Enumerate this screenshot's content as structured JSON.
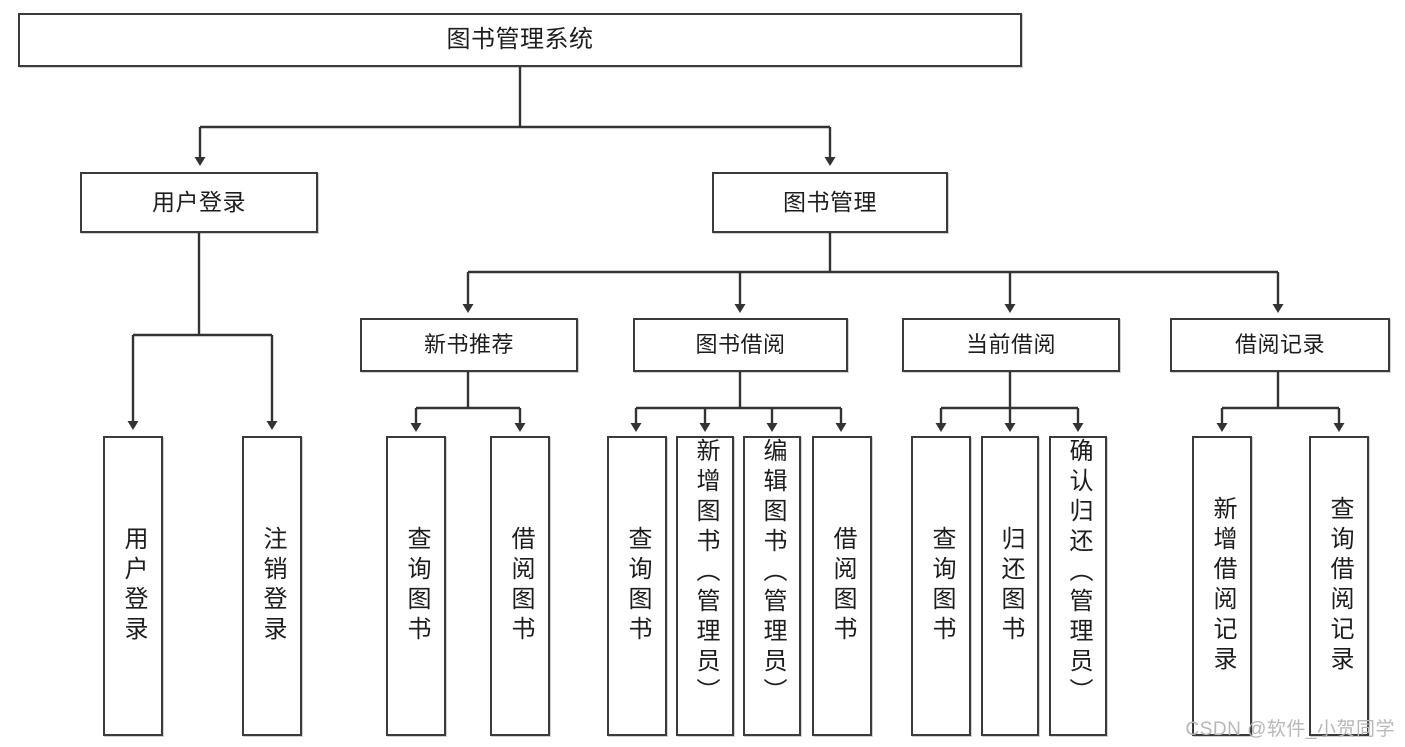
{
  "diagram": {
    "title": "图书管理系统",
    "type": "tree",
    "watermark": "CSDN @软件_小贺同学",
    "colors": {
      "box_border": "#3b3b3b",
      "box_fill": "#ffffff",
      "connector": "#333333",
      "text": "#1d1d1d",
      "watermark": "#b8b8b8"
    },
    "root": {
      "id": "root",
      "label": "图书管理系统",
      "orientation": "horizontal"
    },
    "level1": [
      {
        "id": "user-login",
        "label": "用户登录",
        "orientation": "horizontal"
      },
      {
        "id": "book-manage",
        "label": "图书管理",
        "orientation": "horizontal"
      }
    ],
    "level2": [
      {
        "id": "new-book-recommend",
        "label": "新书推荐",
        "orientation": "horizontal",
        "parent": "book-manage"
      },
      {
        "id": "book-borrow",
        "label": "图书借阅",
        "orientation": "horizontal",
        "parent": "book-manage"
      },
      {
        "id": "current-borrow",
        "label": "当前借阅",
        "orientation": "horizontal",
        "parent": "book-manage"
      },
      {
        "id": "borrow-record",
        "label": "借阅记录",
        "orientation": "horizontal",
        "parent": "book-manage"
      }
    ],
    "leaves": [
      {
        "id": "leaf-user-login",
        "label": "用户登录",
        "parent": "user-login",
        "orientation": "vertical"
      },
      {
        "id": "leaf-user-logout",
        "label": "注销登录",
        "parent": "user-login",
        "orientation": "vertical"
      },
      {
        "id": "leaf-query-book-1",
        "label": "查询图书",
        "parent": "new-book-recommend",
        "orientation": "vertical"
      },
      {
        "id": "leaf-borrow-book-1",
        "label": "借阅图书",
        "parent": "new-book-recommend",
        "orientation": "vertical"
      },
      {
        "id": "leaf-query-book-2",
        "label": "查询图书",
        "parent": "book-borrow",
        "orientation": "vertical"
      },
      {
        "id": "leaf-add-book",
        "label": "新增图书（管理员）",
        "parent": "book-borrow",
        "orientation": "vertical"
      },
      {
        "id": "leaf-edit-book",
        "label": "编辑图书（管理员）",
        "parent": "book-borrow",
        "orientation": "vertical"
      },
      {
        "id": "leaf-borrow-book-2",
        "label": "借阅图书",
        "parent": "book-borrow",
        "orientation": "vertical"
      },
      {
        "id": "leaf-query-book-3",
        "label": "查询图书",
        "parent": "current-borrow",
        "orientation": "vertical"
      },
      {
        "id": "leaf-return-book",
        "label": "归还图书",
        "parent": "current-borrow",
        "orientation": "vertical"
      },
      {
        "id": "leaf-confirm-return",
        "label": "确认归还（管理员）",
        "parent": "current-borrow",
        "orientation": "vertical"
      },
      {
        "id": "leaf-add-record",
        "label": "新增借阅记录",
        "parent": "borrow-record",
        "orientation": "vertical"
      },
      {
        "id": "leaf-query-record",
        "label": "查询借阅记录",
        "parent": "borrow-record",
        "orientation": "vertical"
      }
    ]
  }
}
